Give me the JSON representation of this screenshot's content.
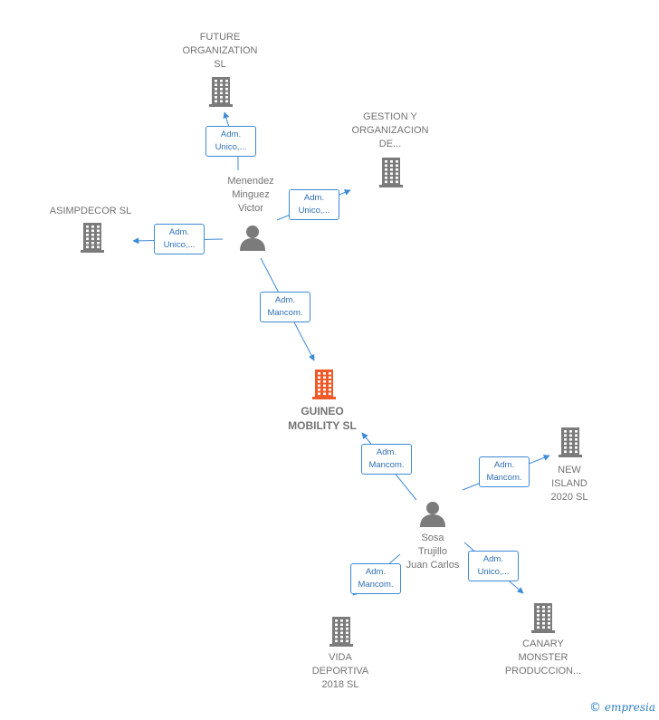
{
  "colors": {
    "edge": "#3d8ad6",
    "node_icon": "#7b7b7b",
    "main_icon": "#f05a28",
    "label": "#737373"
  },
  "nodes": [
    {
      "id": "future",
      "type": "company",
      "label": "FUTURE\nORGANIZATION\nSL"
    },
    {
      "id": "gestion",
      "type": "company",
      "label": "GESTION Y\nORGANIZACION\nDE..."
    },
    {
      "id": "asimpdecor",
      "type": "company",
      "label": "ASIMPDECOR SL"
    },
    {
      "id": "menendez",
      "type": "person",
      "label": "Menendez\nMinguez\nVictor"
    },
    {
      "id": "guineo",
      "type": "company",
      "main": true,
      "label": "GUINEO\nMOBILITY  SL"
    },
    {
      "id": "newisland",
      "type": "company",
      "label": "NEW\nISLAND\n2020  SL"
    },
    {
      "id": "sosa",
      "type": "person",
      "label": "Sosa\nTrujillo\nJuan Carlos"
    },
    {
      "id": "vida",
      "type": "company",
      "label": "VIDA\nDEPORTIVA\n2018  SL"
    },
    {
      "id": "canary",
      "type": "company",
      "label": "CANARY\nMONSTER\nPRODUCCION..."
    }
  ],
  "edges": [
    {
      "from": "menendez",
      "to": "future",
      "label": "Adm.\nUnico,..."
    },
    {
      "from": "menendez",
      "to": "gestion",
      "label": "Adm.\nUnico,..."
    },
    {
      "from": "menendez",
      "to": "asimpdecor",
      "label": "Adm.\nUnico,..."
    },
    {
      "from": "menendez",
      "to": "guineo",
      "label": "Adm.\nMancom."
    },
    {
      "from": "sosa",
      "to": "guineo",
      "label": "Adm.\nMancom."
    },
    {
      "from": "sosa",
      "to": "newisland",
      "label": "Adm.\nMancom."
    },
    {
      "from": "sosa",
      "to": "vida",
      "label": "Adm.\nMancom."
    },
    {
      "from": "sosa",
      "to": "canary",
      "label": "Adm.\nUnico,..."
    }
  ],
  "footer": {
    "copyright_symbol": "©",
    "brand": "empresia"
  }
}
